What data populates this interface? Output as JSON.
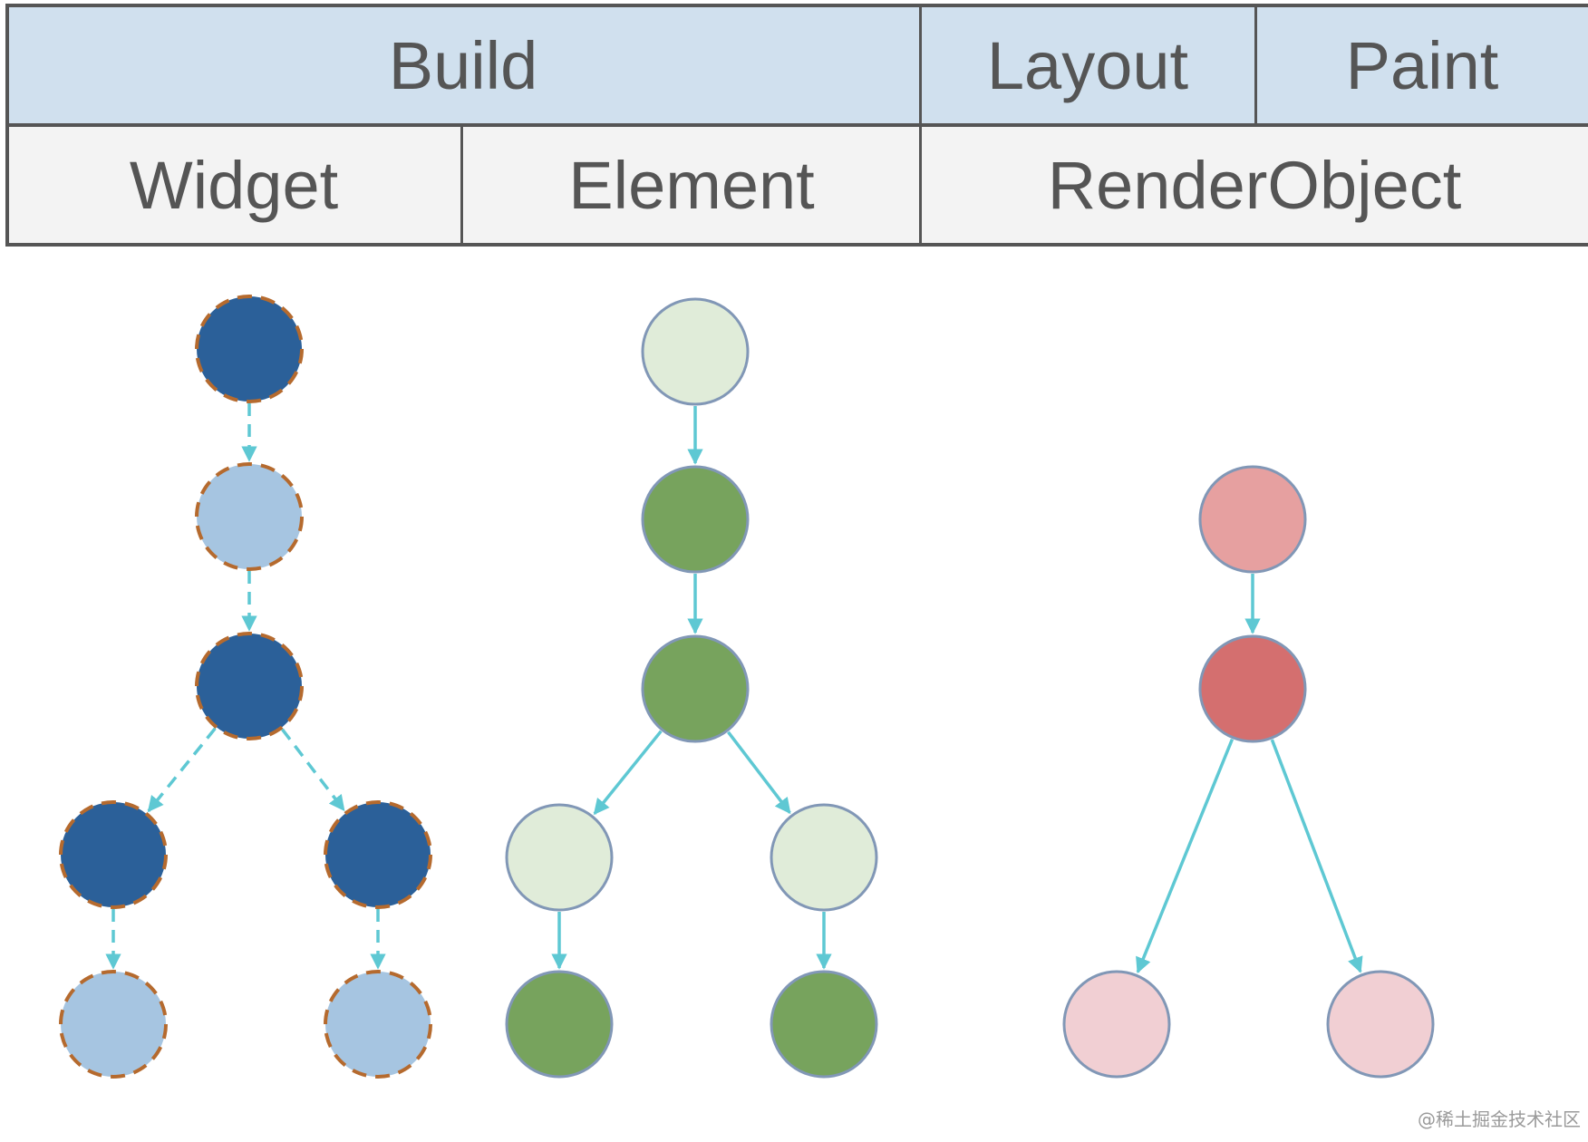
{
  "header": {
    "phases": [
      "Build",
      "Layout",
      "Paint"
    ],
    "trees": [
      "Widget",
      "Element",
      "RenderObject"
    ]
  },
  "colors": {
    "header_phase_bg": "#d0e0ee",
    "header_tree_bg": "#f3f3f3",
    "border": "#555555",
    "widget_dark": "#2b6099",
    "widget_light": "#a6c5e1",
    "widget_dash": "#b56a2e",
    "element_dark": "#77a35d",
    "element_light": "#e0ecd9",
    "node_stroke": "#8197b6",
    "render_dark": "#d46f6f",
    "render_mid": "#e6a0a0",
    "render_light": "#f1cfd3",
    "arrow": "#5ec8d3"
  },
  "diagram": {
    "widget_tree": {
      "nodes": [
        {
          "id": "w1",
          "fill": "dark"
        },
        {
          "id": "w2",
          "fill": "light"
        },
        {
          "id": "w3",
          "fill": "dark"
        },
        {
          "id": "w4",
          "fill": "dark"
        },
        {
          "id": "w5",
          "fill": "dark"
        },
        {
          "id": "w6",
          "fill": "light"
        },
        {
          "id": "w7",
          "fill": "light"
        }
      ],
      "edges": [
        [
          "w1",
          "w2"
        ],
        [
          "w2",
          "w3"
        ],
        [
          "w3",
          "w4"
        ],
        [
          "w3",
          "w5"
        ],
        [
          "w4",
          "w6"
        ],
        [
          "w5",
          "w7"
        ]
      ],
      "edge_style": "dashed"
    },
    "element_tree": {
      "nodes": [
        {
          "id": "e1",
          "fill": "light"
        },
        {
          "id": "e2",
          "fill": "dark"
        },
        {
          "id": "e3",
          "fill": "dark"
        },
        {
          "id": "e4",
          "fill": "light"
        },
        {
          "id": "e5",
          "fill": "light"
        },
        {
          "id": "e6",
          "fill": "dark"
        },
        {
          "id": "e7",
          "fill": "dark"
        }
      ],
      "edges": [
        [
          "e1",
          "e2"
        ],
        [
          "e2",
          "e3"
        ],
        [
          "e3",
          "e4"
        ],
        [
          "e3",
          "e5"
        ],
        [
          "e4",
          "e6"
        ],
        [
          "e5",
          "e7"
        ]
      ],
      "edge_style": "solid"
    },
    "render_tree": {
      "nodes": [
        {
          "id": "r1",
          "fill": "mid"
        },
        {
          "id": "r2",
          "fill": "dark"
        },
        {
          "id": "r3",
          "fill": "light"
        },
        {
          "id": "r4",
          "fill": "light"
        }
      ],
      "edges": [
        [
          "r1",
          "r2"
        ],
        [
          "r2",
          "r3"
        ],
        [
          "r2",
          "r4"
        ]
      ],
      "edge_style": "solid"
    }
  },
  "watermark": "@稀土掘金技术社区"
}
